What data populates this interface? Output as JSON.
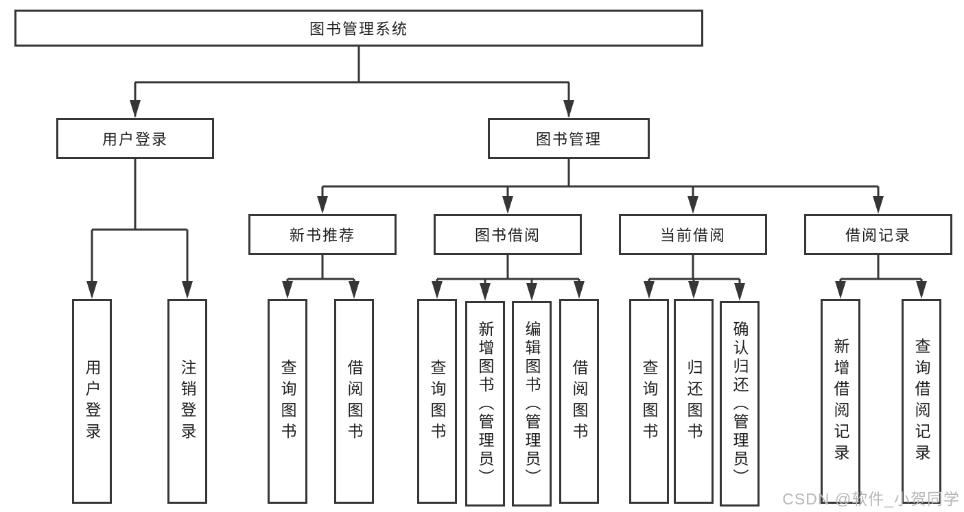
{
  "tree": {
    "label": "图书管理系统",
    "children": [
      {
        "label": "用户登录",
        "children": [
          {
            "label": "用户登录"
          },
          {
            "label": "注销登录"
          }
        ]
      },
      {
        "label": "图书管理",
        "children": [
          {
            "label": "新书推荐",
            "children": [
              {
                "label": "查询图书"
              },
              {
                "label": "借阅图书"
              }
            ]
          },
          {
            "label": "图书借阅",
            "children": [
              {
                "label": "查询图书"
              },
              {
                "label": "新增图书（管理员）"
              },
              {
                "label": "编辑图书（管理员）"
              },
              {
                "label": "借阅图书"
              }
            ]
          },
          {
            "label": "当前借阅",
            "children": [
              {
                "label": "查询图书"
              },
              {
                "label": "归还图书"
              },
              {
                "label": "确认归还（管理员）"
              }
            ]
          },
          {
            "label": "借阅记录",
            "children": [
              {
                "label": "新增借阅记录"
              },
              {
                "label": "查询借阅记录"
              }
            ]
          }
        ]
      }
    ]
  },
  "watermark": "CSDN @软件_小贺同学",
  "colors": {
    "line": "#363636",
    "text": "#1f1f1f",
    "background": "#ffffff",
    "watermark": "#b8b8b8"
  }
}
